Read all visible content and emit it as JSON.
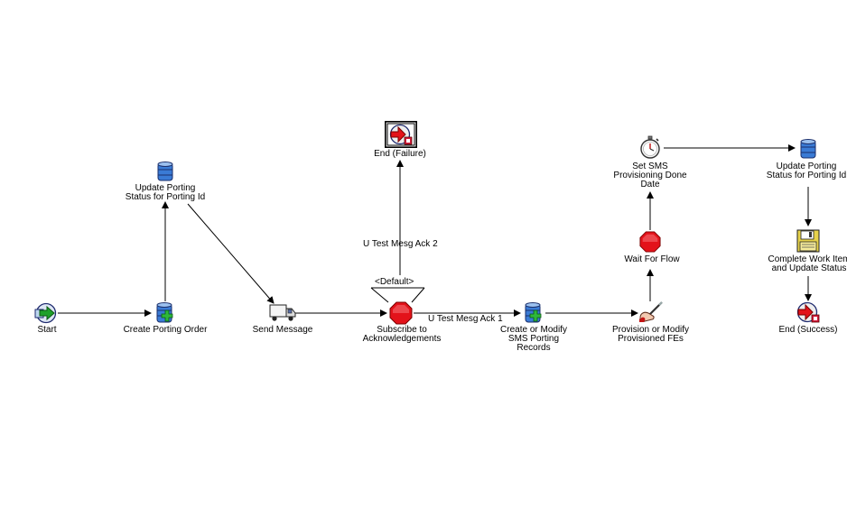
{
  "diagram": {
    "nodes": {
      "start": {
        "label": "Start",
        "icon": "start-arrow-icon"
      },
      "create_porting_order": {
        "label": "Create Porting Order",
        "icon": "database-plus-icon"
      },
      "update_porting_status_1": {
        "label": "Update Porting\nStatus for Porting Id",
        "icon": "database-icon"
      },
      "send_message": {
        "label": "Send Message",
        "icon": "truck-icon"
      },
      "subscribe": {
        "label": "Subscribe to\nAcknowledgements",
        "icon": "stop-sign-icon"
      },
      "end_failure": {
        "label": "End (Failure)",
        "icon": "end-arrow-icon"
      },
      "create_modify_sms": {
        "label": "Create or Modify\nSMS Porting\nRecords",
        "icon": "database-plus-icon"
      },
      "provision_modify": {
        "label": "Provision or Modify\nProvisioned FEs",
        "icon": "hand-pen-icon"
      },
      "wait_for_flow": {
        "label": "Wait For Flow",
        "icon": "stop-sign-icon"
      },
      "set_sms_date": {
        "label": "Set SMS\nProvisioning Done\nDate",
        "icon": "stopwatch-icon"
      },
      "update_porting_status_2": {
        "label": "Update Porting\nStatus for Porting Id",
        "icon": "database-icon"
      },
      "complete_work_item": {
        "label": "Complete Work Item\nand Update Status",
        "icon": "floppy-disk-icon"
      },
      "end_success": {
        "label": "End (Success)",
        "icon": "end-arrow-icon"
      }
    },
    "edge_labels": {
      "default": "<Default>",
      "ack1": "U Test Mesg Ack 1",
      "ack2": "U Test Mesg Ack 2"
    }
  }
}
